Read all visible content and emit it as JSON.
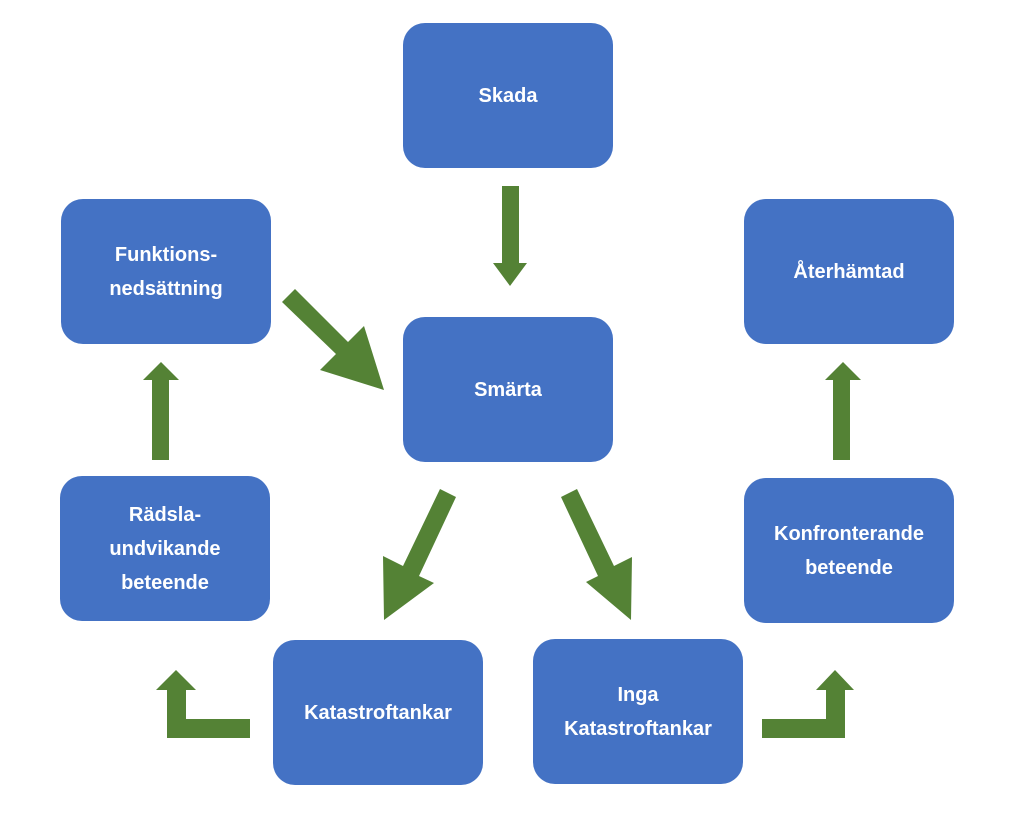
{
  "diagram": {
    "colors": {
      "box_fill": "#4472c4",
      "box_text": "#ffffff",
      "arrow": "#548235"
    },
    "nodes": {
      "skada": {
        "lines": [
          "Skada"
        ]
      },
      "smarta": {
        "lines": [
          "Smärta"
        ]
      },
      "funktionsnedsattning": {
        "lines": [
          "Funktions-",
          "nedsättning"
        ]
      },
      "aterhamtad": {
        "lines": [
          "Återhämtad"
        ]
      },
      "radsla": {
        "lines": [
          "Rädsla-",
          "undvikande",
          "beteende"
        ]
      },
      "konfronterande": {
        "lines": [
          "Konfronterande",
          "beteende"
        ]
      },
      "katastroftankar": {
        "lines": [
          "Katastroftankar"
        ]
      },
      "inga_katastroftankar": {
        "lines": [
          "Inga",
          "Katastroftankar"
        ]
      }
    },
    "edges": [
      {
        "from": "Skada",
        "to": "Smärta"
      },
      {
        "from": "Smärta",
        "to": "Katastroftankar"
      },
      {
        "from": "Smärta",
        "to": "Inga Katastroftankar"
      },
      {
        "from": "Katastroftankar",
        "to": "Rädsla-undvikande beteende"
      },
      {
        "from": "Rädsla-undvikande beteende",
        "to": "Funktionsnedsättning"
      },
      {
        "from": "Funktionsnedsättning",
        "to": "Smärta"
      },
      {
        "from": "Inga Katastroftankar",
        "to": "Konfronterande beteende"
      },
      {
        "from": "Konfronterande beteende",
        "to": "Återhämtad"
      }
    ]
  }
}
